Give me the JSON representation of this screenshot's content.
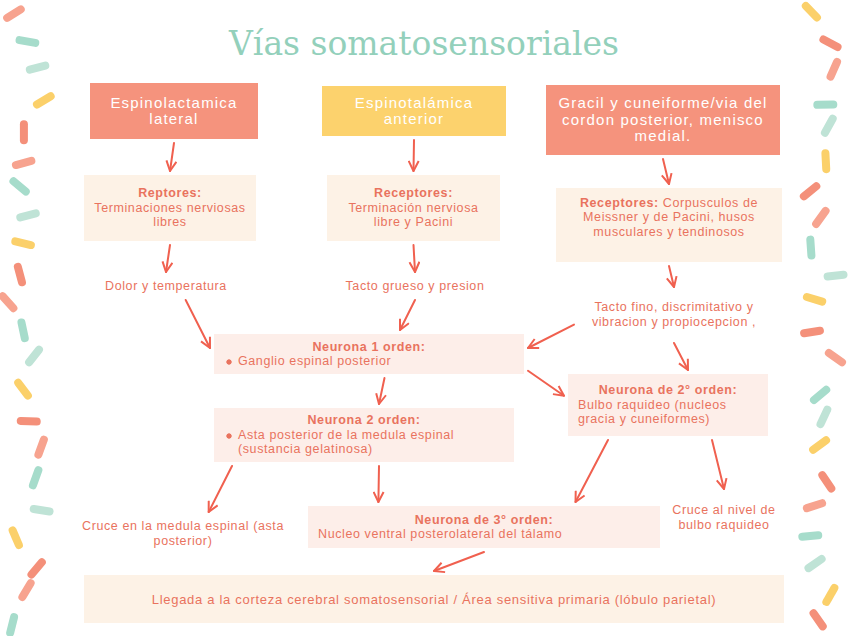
{
  "diagram": {
    "title": "Vías somatosensoriales",
    "nodes": [
      {
        "text": [
          "Espinolactamica lateral"
        ]
      },
      {
        "text": [
          "Espinotalámica anterior"
        ]
      },
      {
        "text": [
          "Gracil y cuneiforme/via del cordon posterior, menisco medial."
        ]
      },
      {
        "text": [
          "Reptores:",
          "Terminaciones nerviosas libres"
        ]
      },
      {
        "text": [
          "Receptores:",
          "Terminación nerviosa libre y Pacini"
        ]
      },
      {
        "text": [
          "Receptores:",
          "Corpusculos de Meissner y de Pacini, husos musculares y tendinosos"
        ]
      },
      {
        "text": [
          "Dolor y temperatura"
        ]
      },
      {
        "text": [
          "Tacto grueso y presion"
        ]
      },
      {
        "text": [
          "Tacto fino, discrimitativo y vibracion y propiocepcion ,"
        ]
      },
      {
        "text": [
          "Neurona 1 orden:",
          "Ganglio espinal posterior"
        ]
      },
      {
        "text": [
          "Neurona de 2° orden:",
          "Bulbo raquideo (nucleos gracia y cuneiformes)"
        ]
      },
      {
        "text": [
          "Neurona 2 orden:",
          "Asta posterior de la medula espinal (sustancia gelatinosa)"
        ]
      },
      {
        "text": [
          "Cruce en la medula espinal (asta posterior)"
        ]
      },
      {
        "text": [
          "Neurona de 3° orden:",
          "Nucleo ventral posterolateral del tálamo"
        ]
      },
      {
        "text": [
          "Cruce al nivel de bulbo raquideo"
        ]
      },
      {
        "text": [
          "Llegada a la corteza cerebral somatosensorial / Área sensitiva primaria (lóbulo parietal)"
        ]
      }
    ],
    "edges": [
      {
        "from": 0,
        "to": 3,
        "arrow": "to"
      },
      {
        "from": 1,
        "to": 4,
        "arrow": "to"
      },
      {
        "from": 2,
        "to": 5,
        "arrow": "to"
      },
      {
        "from": 3,
        "to": 6,
        "arrow": "to"
      },
      {
        "from": 4,
        "to": 7,
        "arrow": "to"
      },
      {
        "from": 5,
        "to": 8,
        "arrow": "to"
      },
      {
        "from": 6,
        "to": 9,
        "arrow": "to"
      },
      {
        "from": 7,
        "to": 9,
        "arrow": "to"
      },
      {
        "from": 8,
        "to": 9,
        "arrow": "to"
      },
      {
        "from": 8,
        "to": 10,
        "arrow": "to"
      },
      {
        "from": 9,
        "to": 11,
        "arrow": "to"
      },
      {
        "from": 9,
        "to": 10,
        "arrow": "to"
      },
      {
        "from": 11,
        "to": 12,
        "arrow": "to"
      },
      {
        "from": 11,
        "to": 13,
        "arrow": "to"
      },
      {
        "from": 10,
        "to": 13,
        "arrow": "to"
      },
      {
        "from": 10,
        "to": 14,
        "arrow": "to"
      },
      {
        "from": 13,
        "to": 15,
        "arrow": "to"
      }
    ]
  }
}
